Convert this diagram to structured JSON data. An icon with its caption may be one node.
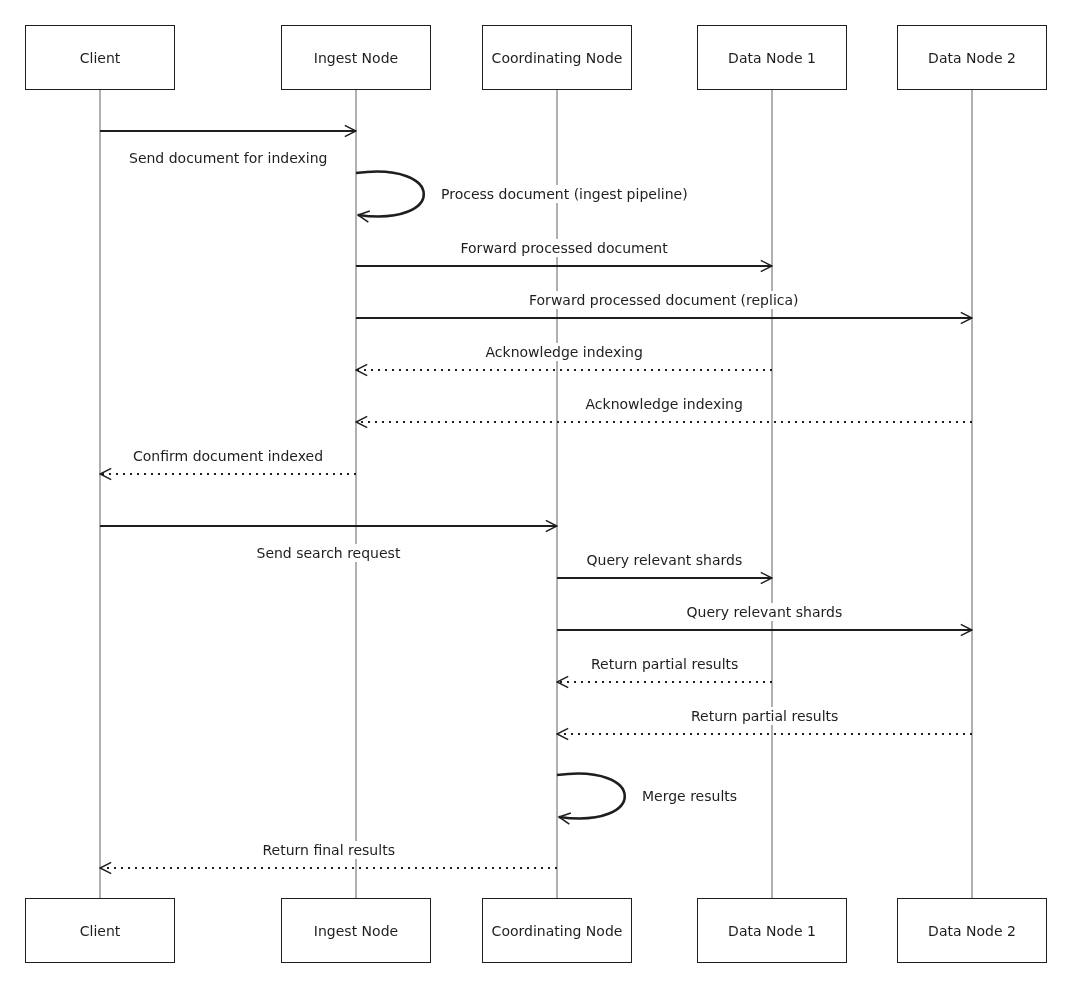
{
  "diagram": {
    "nodes": [
      {
        "text": [
          "Client"
        ]
      },
      {
        "text": [
          "Ingest Node"
        ]
      },
      {
        "text": [
          "Coordinating Node"
        ]
      },
      {
        "text": [
          "Data Node 1"
        ]
      },
      {
        "text": [
          "Data Node 2"
        ]
      },
      {
        "text": [],
        "shape": "line"
      },
      {
        "text": [],
        "shape": "line"
      },
      {
        "text": [],
        "shape": "line"
      },
      {
        "text": [],
        "shape": "line"
      },
      {
        "text": [],
        "shape": "line"
      },
      {
        "text": [
          "Client"
        ]
      },
      {
        "text": [
          "Ingest Node"
        ]
      },
      {
        "text": [
          "Coordinating Node"
        ]
      },
      {
        "text": [
          "Data Node 1"
        ]
      },
      {
        "text": [
          "Data Node 2"
        ]
      }
    ],
    "edges": [
      {
        "from": 5,
        "to": 6,
        "arrow": "to",
        "label": "Send document for indexing"
      },
      {
        "from": 6,
        "to": 6,
        "arrow": "to",
        "label": "Process document (ingest pipeline)"
      },
      {
        "from": 6,
        "to": 8,
        "arrow": "to",
        "label": "Forward processed document"
      },
      {
        "from": 6,
        "to": 9,
        "arrow": "to",
        "label": "Forward processed document (replica)"
      },
      {
        "from": 8,
        "to": 6,
        "arrow": "to",
        "label": "Acknowledge indexing",
        "style": "dashed"
      },
      {
        "from": 9,
        "to": 6,
        "arrow": "to",
        "label": "Acknowledge indexing",
        "style": "dashed"
      },
      {
        "from": 6,
        "to": 5,
        "arrow": "to",
        "label": "Confirm document indexed",
        "style": "dashed"
      },
      {
        "from": 5,
        "to": 7,
        "arrow": "to",
        "label": "Send search request"
      },
      {
        "from": 7,
        "to": 8,
        "arrow": "to",
        "label": "Query relevant shards"
      },
      {
        "from": 7,
        "to": 9,
        "arrow": "to",
        "label": "Query relevant shards"
      },
      {
        "from": 8,
        "to": 7,
        "arrow": "to",
        "label": "Return partial results",
        "style": "dashed"
      },
      {
        "from": 9,
        "to": 7,
        "arrow": "to",
        "label": "Return partial results",
        "style": "dashed"
      },
      {
        "from": 7,
        "to": 7,
        "arrow": "to",
        "label": "Merge results"
      },
      {
        "from": 7,
        "to": 5,
        "arrow": "to",
        "label": "Return final results",
        "style": "dashed"
      }
    ]
  }
}
